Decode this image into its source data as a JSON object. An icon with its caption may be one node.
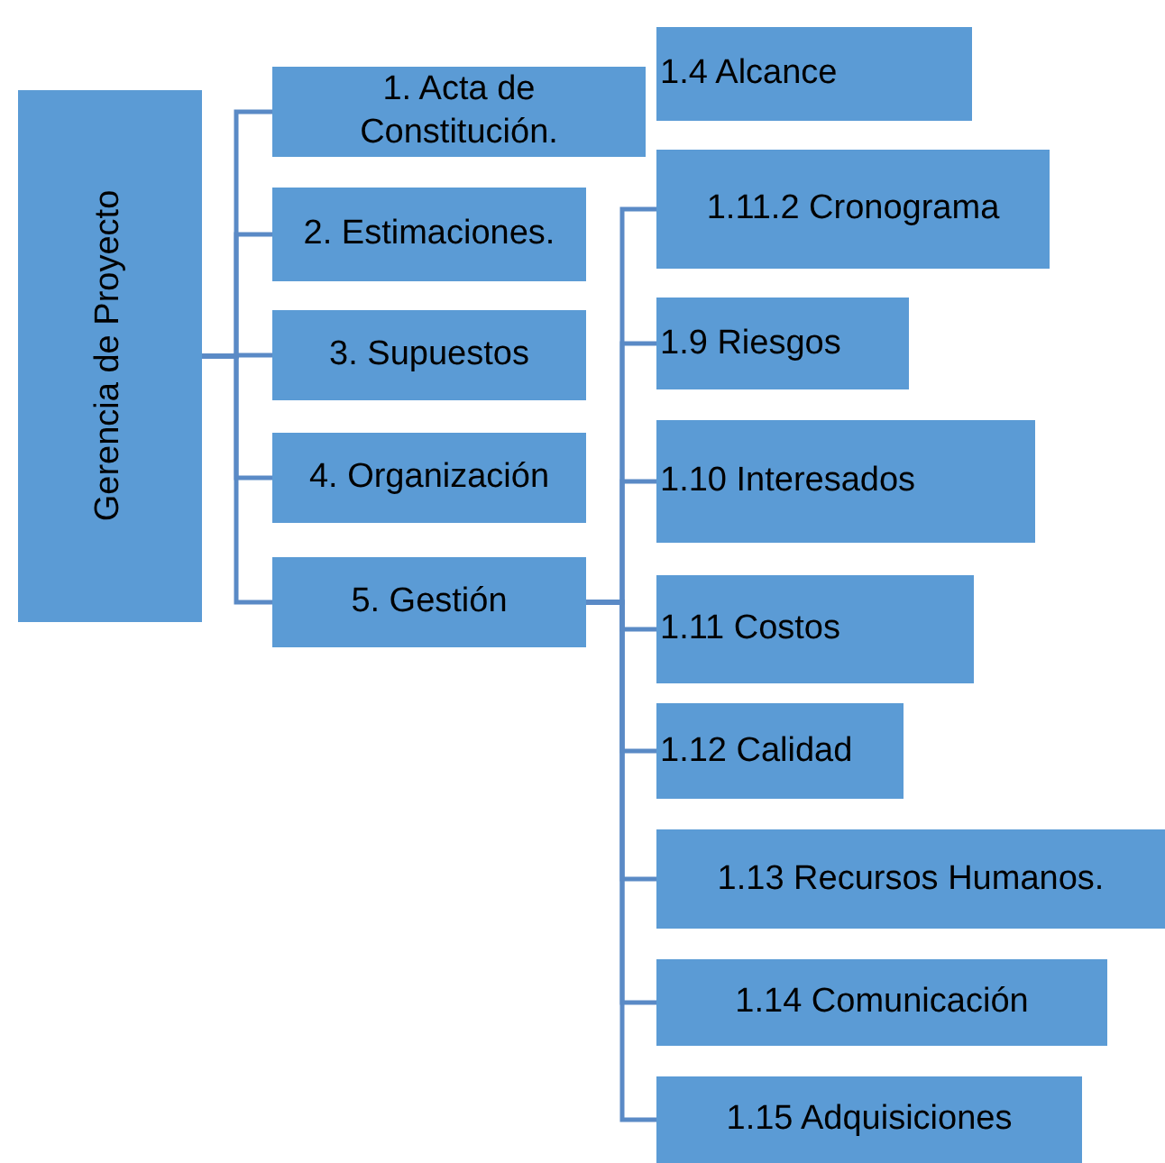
{
  "diagram": {
    "nodes": [
      {
        "text": [
          "Gerencia de Proyecto"
        ]
      },
      {
        "text": [
          "1. Acta de Constitución."
        ]
      },
      {
        "text": [
          "2. Estimaciones."
        ]
      },
      {
        "text": [
          "3. Supuestos"
        ]
      },
      {
        "text": [
          "4. Organización"
        ]
      },
      {
        "text": [
          "5. Gestión"
        ]
      },
      {
        "text": [
          "1.4 Alcance"
        ]
      },
      {
        "text": [
          "1.11.2 Cronograma"
        ]
      },
      {
        "text": [
          "1.9 Riesgos"
        ]
      },
      {
        "text": [
          "1.10 Interesados"
        ]
      },
      {
        "text": [
          "1.11 Costos"
        ]
      },
      {
        "text": [
          "1.12 Calidad"
        ]
      },
      {
        "text": [
          "1.13 Recursos Humanos."
        ]
      },
      {
        "text": [
          "1.14 Comunicación"
        ]
      },
      {
        "text": [
          "1.15 Adquisiciones"
        ]
      }
    ],
    "edges": [
      {
        "from": 0,
        "to": 1,
        "arrow": "none"
      },
      {
        "from": 0,
        "to": 2,
        "arrow": "none"
      },
      {
        "from": 0,
        "to": 3,
        "arrow": "none"
      },
      {
        "from": 0,
        "to": 4,
        "arrow": "none"
      },
      {
        "from": 0,
        "to": 5,
        "arrow": "none"
      },
      {
        "from": 5,
        "to": 7,
        "arrow": "none"
      },
      {
        "from": 5,
        "to": 8,
        "arrow": "none"
      },
      {
        "from": 5,
        "to": 9,
        "arrow": "none"
      },
      {
        "from": 5,
        "to": 10,
        "arrow": "none"
      },
      {
        "from": 5,
        "to": 11,
        "arrow": "none"
      },
      {
        "from": 5,
        "to": 12,
        "arrow": "none"
      },
      {
        "from": 5,
        "to": 13,
        "arrow": "none"
      },
      {
        "from": 5,
        "to": 14,
        "arrow": "none"
      }
    ]
  }
}
